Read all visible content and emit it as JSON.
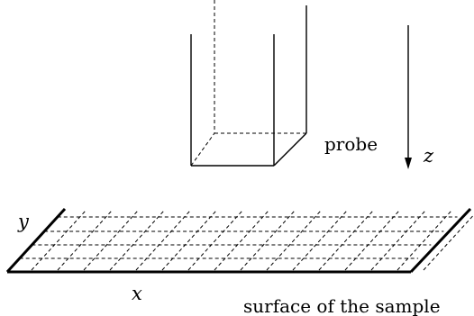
{
  "labels": {
    "probe": "probe",
    "z_axis": "z",
    "y_axis": "y",
    "x_axis": "x",
    "surface": "surface of the sample"
  },
  "colors": {
    "ink": "#000000",
    "background": "#ffffff"
  },
  "grid": {
    "dashed_row_count": 4,
    "dashed_diagonal_count": 16
  }
}
